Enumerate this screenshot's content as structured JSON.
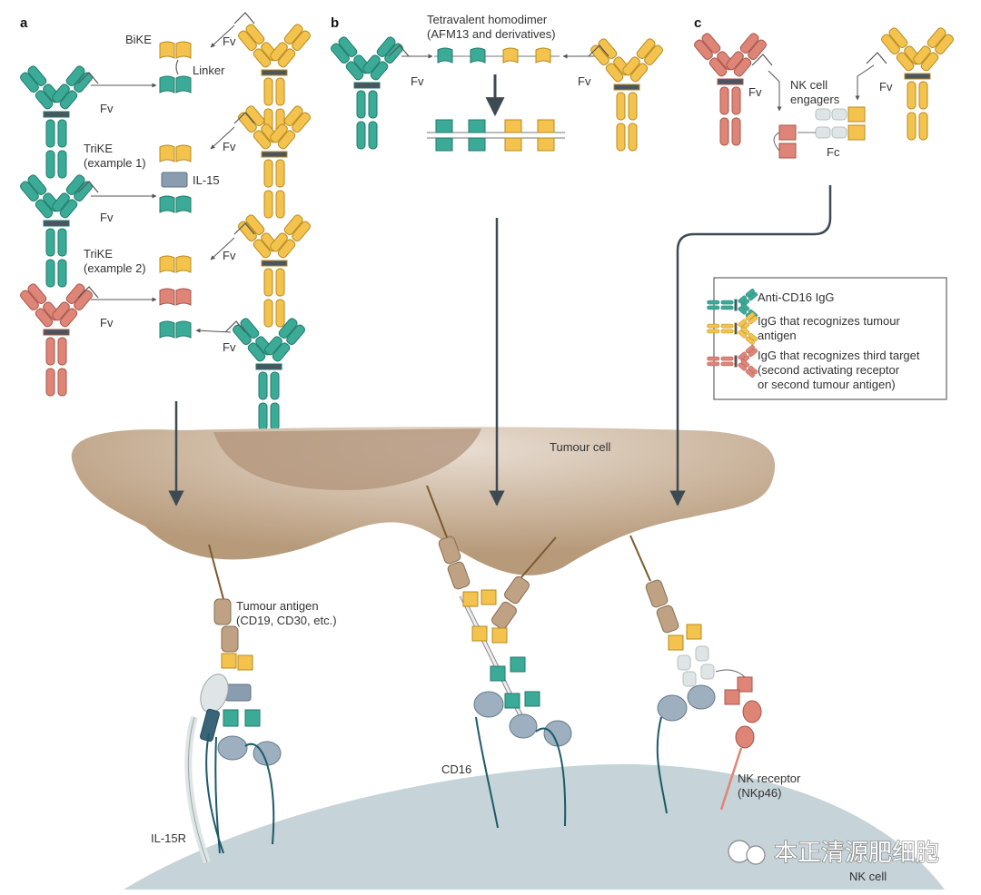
{
  "panels": {
    "a": "a",
    "b": "b",
    "c": "c"
  },
  "labels": {
    "bike": "BiKE",
    "linker": "Linker",
    "fv": "Fv",
    "trike1_l1": "TriKE",
    "trike1_l2": "(example 1)",
    "il15": "IL-15",
    "trike2_l1": "TriKE",
    "trike2_l2": "(example 2)",
    "tetra_l1": "Tetravalent homodimer",
    "tetra_l2": "(AFM13 and derivatives)",
    "nk_eng_l1": "NK cell",
    "nk_eng_l2": "engagers",
    "fc": "Fc",
    "tumour_cell": "Tumour cell",
    "tumour_antigen_l1": "Tumour antigen",
    "tumour_antigen_l2": "(CD19, CD30, etc.)",
    "cd16": "CD16",
    "il15r": "IL-15R",
    "nk_receptor_l1": "NK receptor",
    "nk_receptor_l2": "(NKp46)",
    "nk_cell": "NK cell"
  },
  "legend": {
    "item1": "Anti-CD16 IgG",
    "item2_l1": "IgG that recognizes tumour",
    "item2_l2": "antigen",
    "item3_l1": "IgG that recognizes third target",
    "item3_l2": "(second activating receptor",
    "item3_l3": "or second tumour antigen)"
  },
  "watermark": "本正清源肥细胞",
  "colors": {
    "teal": "#3bab98",
    "yellow": "#f3c34e",
    "salmon": "#de8577",
    "grey_blue": "#8a9cb0",
    "light_grey": "#dfe5e6",
    "tumour": "#c4a88a",
    "nk_cell": "#c6d3d8",
    "arrow": "#3e4a52",
    "receptor_line": "#1c5a69"
  }
}
